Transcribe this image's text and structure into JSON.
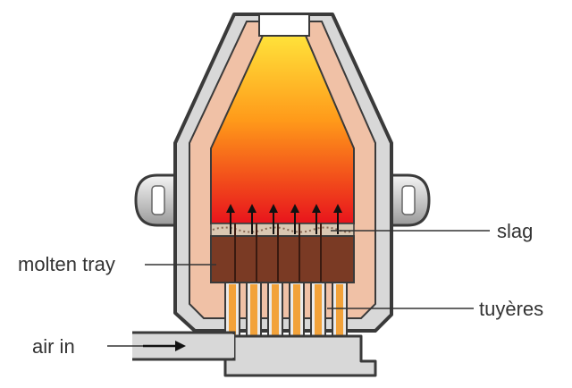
{
  "labels": {
    "slag": "slag",
    "molten_tray": "molten tray",
    "tuyeres": "tuyères",
    "air_in": "air in"
  },
  "colors": {
    "shell": "#d8d8d8",
    "outline": "#3a3a3a",
    "lining": "#f0c1a6",
    "flame_top": "#ffe23a",
    "flame_mid": "#ff9a1a",
    "flame_bottom": "#e8141c",
    "molten_metal": "#7a3a24",
    "slag_band": "#d9c7b2",
    "tuyere_fill": "#f2a23a",
    "leader_line": "#333333"
  },
  "counts": {
    "tuyeres": 6,
    "gas_arrows": 6
  }
}
